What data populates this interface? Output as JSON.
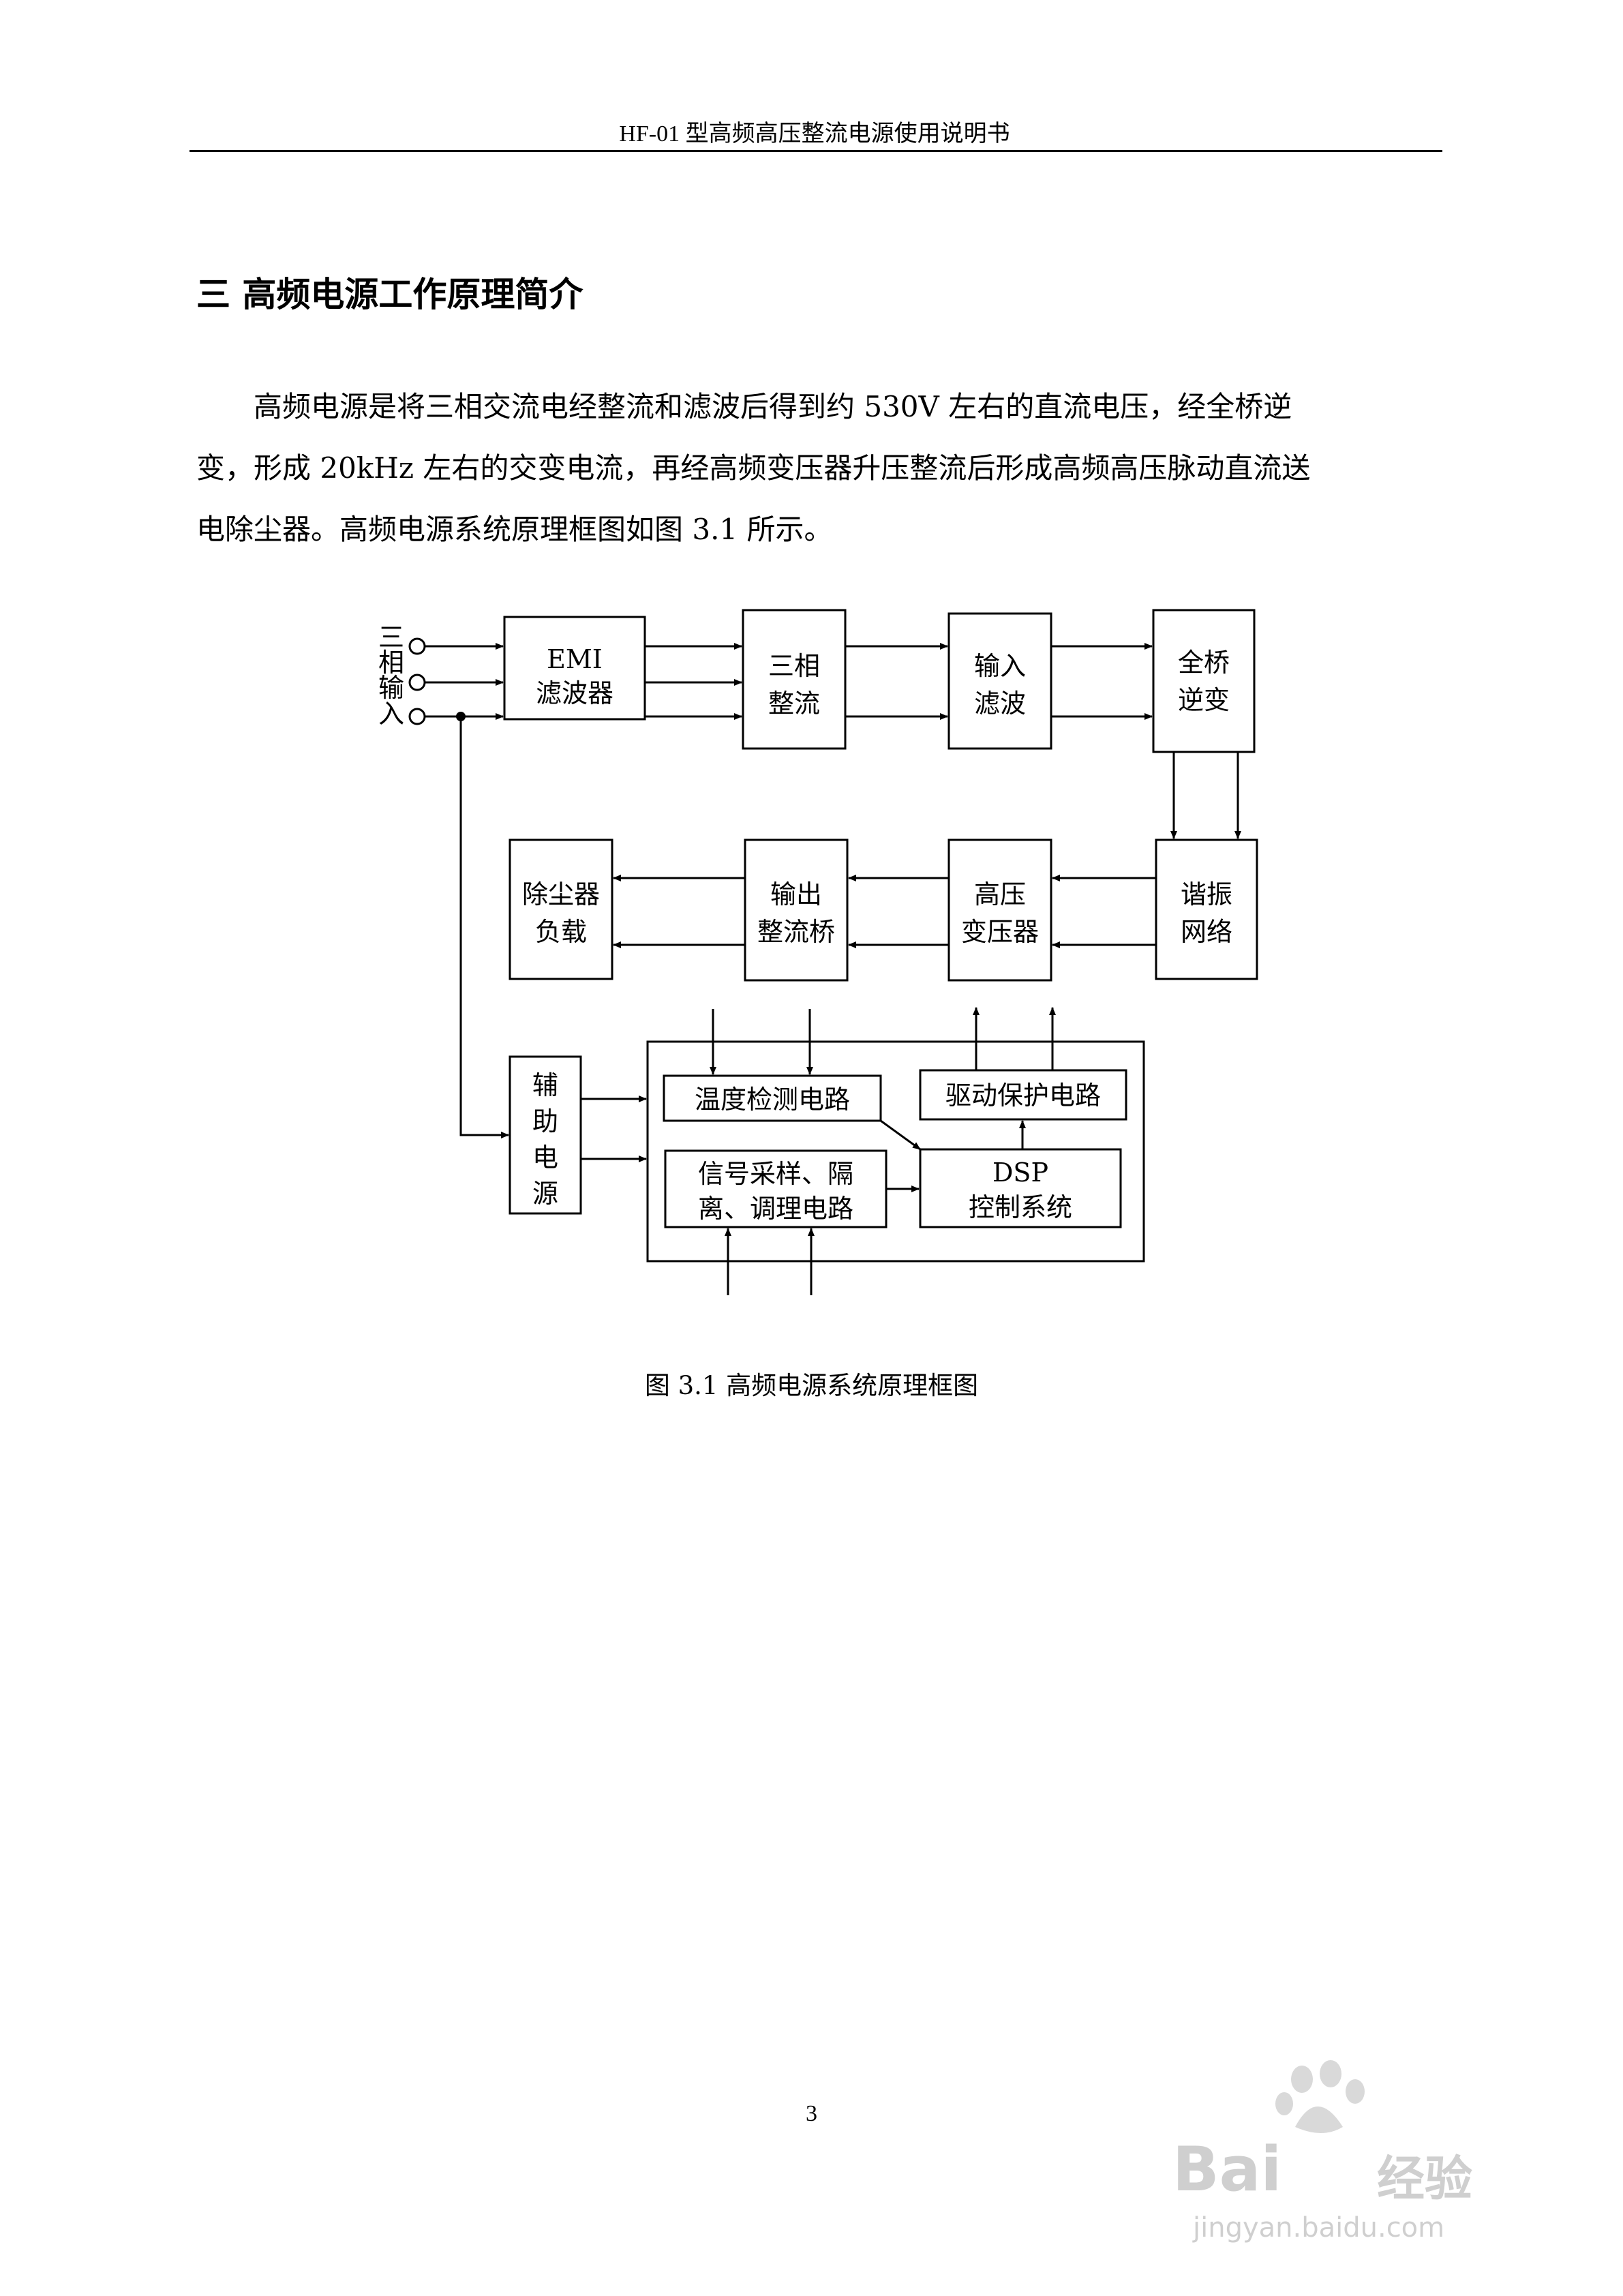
{
  "header": {
    "title": "HF-01 型高频高压整流电源使用说明书"
  },
  "section": {
    "title": "三  高频电源工作原理简介"
  },
  "body": {
    "lines": [
      "高频电源是将三相交流电经整流和滤波后得到约 530V 左右的直流电压，经全桥逆",
      "变，形成 20kHz 左右的交变电流，再经高频变压器升压整流后形成高频高压脉动直流送",
      "电除尘器。高频电源系统原理框图如图 3.1 所示。"
    ]
  },
  "diagram": {
    "input_label": [
      "三",
      "相",
      "输",
      "入"
    ],
    "blocks": {
      "emi_filter": [
        "EMI",
        "滤波器"
      ],
      "three_phase_rect": [
        "三相",
        "整流"
      ],
      "input_filter": [
        "输入",
        "滤波"
      ],
      "full_bridge": [
        "全桥",
        "逆变"
      ],
      "resonant": [
        "谐振",
        "网络"
      ],
      "hv_transformer": [
        "高压",
        "变压器"
      ],
      "output_rect": [
        "输出",
        "整流桥"
      ],
      "precipitator_load": [
        "除尘器",
        "负载"
      ],
      "aux_power": [
        "辅",
        "助",
        "电",
        "源"
      ],
      "temp_detect": [
        "温度检测电路"
      ],
      "drive_protect": [
        "驱动保护电路"
      ],
      "signal_sampling": [
        "信号采样、隔",
        "离、调理电路"
      ],
      "dsp_control": [
        "DSP",
        "控制系统"
      ]
    }
  },
  "caption": "图 3.1  高频电源系统原理框图",
  "page_number": "3",
  "watermark": {
    "brand": "Bai",
    "brand2": "经验",
    "url": "jingyan.baidu.com"
  }
}
